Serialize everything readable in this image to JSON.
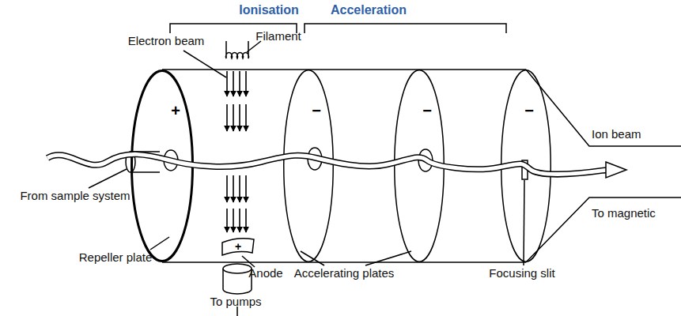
{
  "diagram": {
    "nodes": [
      {
        "text": [
          "+"
        ]
      },
      {
        "text": [
          "−"
        ]
      },
      {
        "text": [
          "−"
        ]
      },
      {
        "text": [
          "−"
        ]
      },
      {
        "text": [
          "+"
        ]
      }
    ],
    "labels": [
      "Ionisation",
      "Acceleration",
      "Electron beam",
      "Filament",
      "Ion beam",
      "From sample system",
      "To magnetic",
      "Repeller plate",
      "Anode",
      "Accelerating plates",
      "Focusing slit",
      "To pumps"
    ]
  }
}
